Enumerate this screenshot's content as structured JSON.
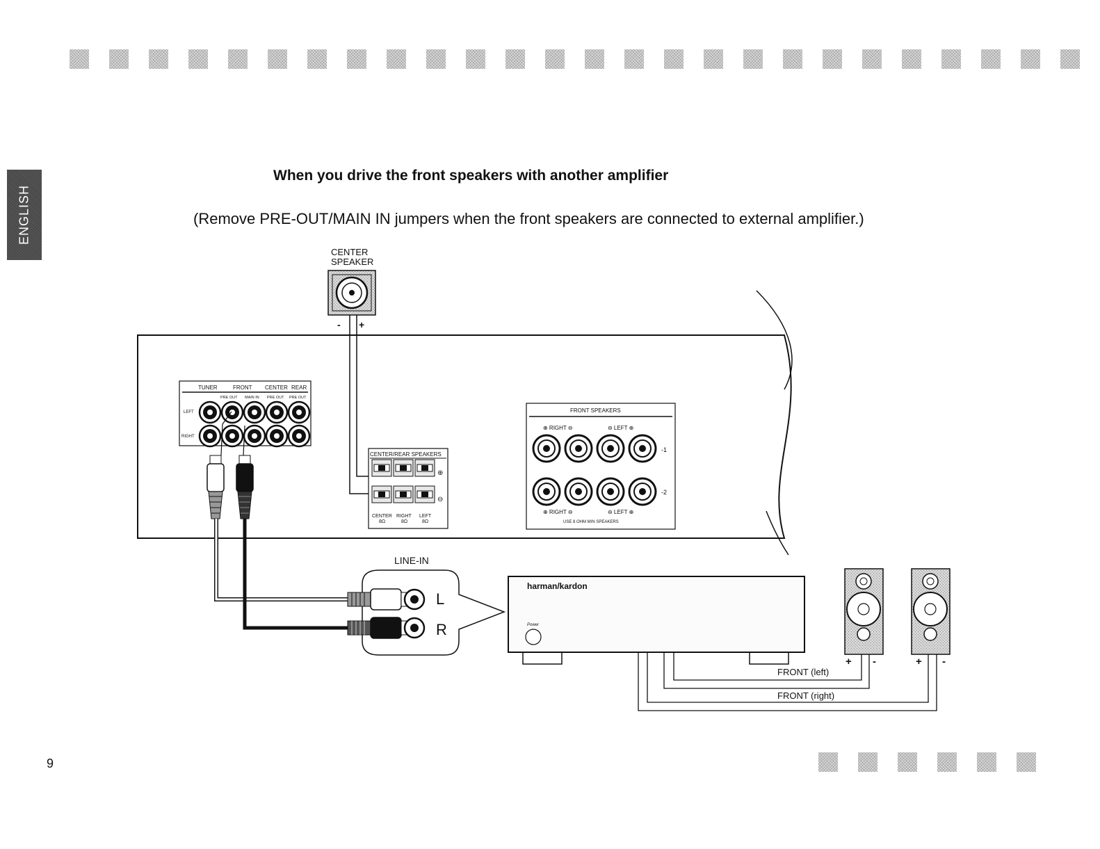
{
  "language_tab": "ENGLISH",
  "heading": "When you drive the front speakers with another amplifier",
  "subheading": "(Remove PRE-OUT/MAIN IN jumpers when the front speakers are connected to external amplifier.)",
  "page_number": "9",
  "diagram": {
    "center_speaker": {
      "line1": "CENTER",
      "line2": "SPEAKER",
      "minus": "-",
      "plus": "+"
    },
    "preout_panel": {
      "headers": [
        "TUNER",
        "FRONT",
        "CENTER",
        "REAR"
      ],
      "sub_headers": [
        "PRE OUT",
        "MAIN IN",
        "PRE OUT",
        "PRE OUT"
      ],
      "row_left": "LEFT",
      "row_right": "RIGHT"
    },
    "center_rear_panel": {
      "title": "CENTER/REAR SPEAKERS",
      "cols": [
        "CENTER",
        "RIGHT",
        "LEFT"
      ],
      "ohms": [
        "8Ω",
        "8Ω",
        "8Ω"
      ],
      "plus": "⊕",
      "minus": "⊖"
    },
    "front_speakers_panel": {
      "title": "FRONT SPEAKERS",
      "top_right": "⊕ RIGHT ⊖",
      "top_left": "⊖ LEFT ⊕",
      "row1": "-1",
      "row2": "-2",
      "bottom_right": "⊕ RIGHT ⊖",
      "bottom_left": "⊖ LEFT ⊕",
      "footer": "USE 8 OHM MIN SPEAKERS"
    },
    "line_in": {
      "label": "LINE-IN",
      "left": "L",
      "right": "R"
    },
    "amplifier": {
      "brand": "harman/kardon",
      "power": "Power"
    },
    "front_left_label": "FRONT (left)",
    "front_right_label": "FRONT (right)",
    "speaker_plus": "+",
    "speaker_minus": "-"
  }
}
